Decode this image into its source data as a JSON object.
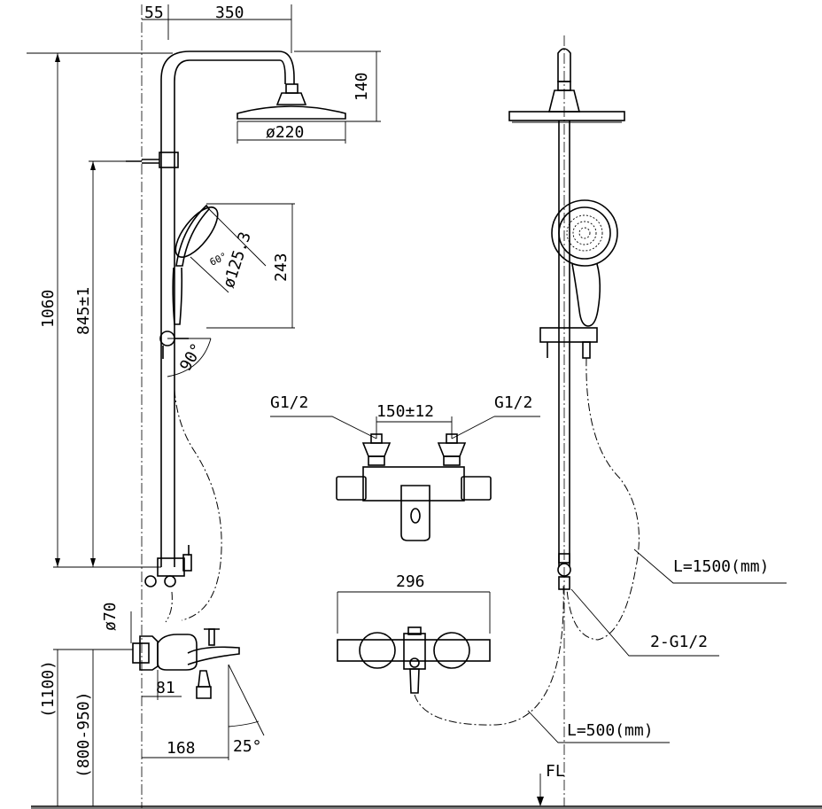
{
  "dimensions": {
    "offset_55": "55",
    "arm_350": "350",
    "head_140": "140",
    "head_dia_220": "ø220",
    "total_1060": "1060",
    "bracket_845": "845±1",
    "hand_243": "243",
    "hand_dia_125": "ø125.3",
    "angle_60": "60°",
    "angle_90": "90°",
    "outlet_dia_70": "ø70",
    "depth_81": "81",
    "spout_168": "168",
    "angle_25": "25°",
    "height_1100": "(1100)",
    "height_800_950": "(800-950)",
    "inlet_g12_left": "G1/2",
    "inlet_g12_right": "G1/2",
    "centers_150": "150±12",
    "body_296": "296",
    "hose_1500": "L=1500(mm)",
    "conn_2g12": "2-G1/2",
    "hose_500": "L=500(mm)",
    "floor_fl": "FL"
  }
}
